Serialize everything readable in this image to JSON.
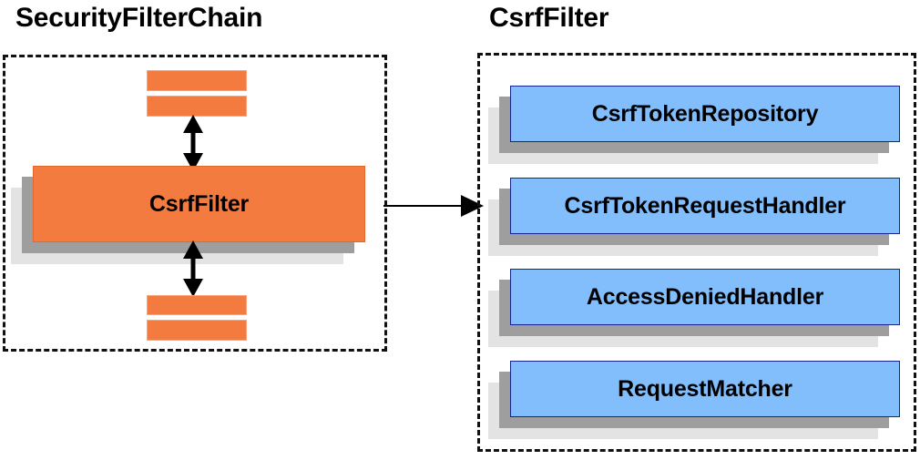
{
  "diagram": {
    "type": "component-relationship-diagram",
    "background_color": "#ffffff",
    "colors": {
      "orange_fill": "#f47b3f",
      "orange_border": "#f9a37a",
      "blue_fill": "#82bdfc",
      "blue_border": "#16238c",
      "shadow_dark": "#9e9e9e",
      "shadow_light": "#e3e3e3",
      "dashed_border": "#111111",
      "arrow": "#000000",
      "text": "#000000"
    }
  },
  "left_panel": {
    "title": "SecurityFilterChain",
    "filter_card": {
      "label": "CsrfFilter"
    },
    "filter_stubs_above": [
      {
        "label": ""
      },
      {
        "label": ""
      }
    ],
    "filter_stubs_below": [
      {
        "label": ""
      },
      {
        "label": ""
      }
    ],
    "arrow_above": {
      "name": "double-headed-vertical-arrow",
      "direction": "both"
    },
    "arrow_below": {
      "name": "double-headed-vertical-arrow",
      "direction": "both"
    }
  },
  "connector": {
    "name": "left-panel-to-right-panel-arrow",
    "direction": "right",
    "from": "SecurityFilterChain.CsrfFilter",
    "to": "CsrfFilter"
  },
  "right_panel": {
    "title": "CsrfFilter",
    "components": [
      {
        "label": "CsrfTokenRepository"
      },
      {
        "label": "CsrfTokenRequestHandler"
      },
      {
        "label": "AccessDeniedHandler"
      },
      {
        "label": "RequestMatcher"
      }
    ]
  }
}
